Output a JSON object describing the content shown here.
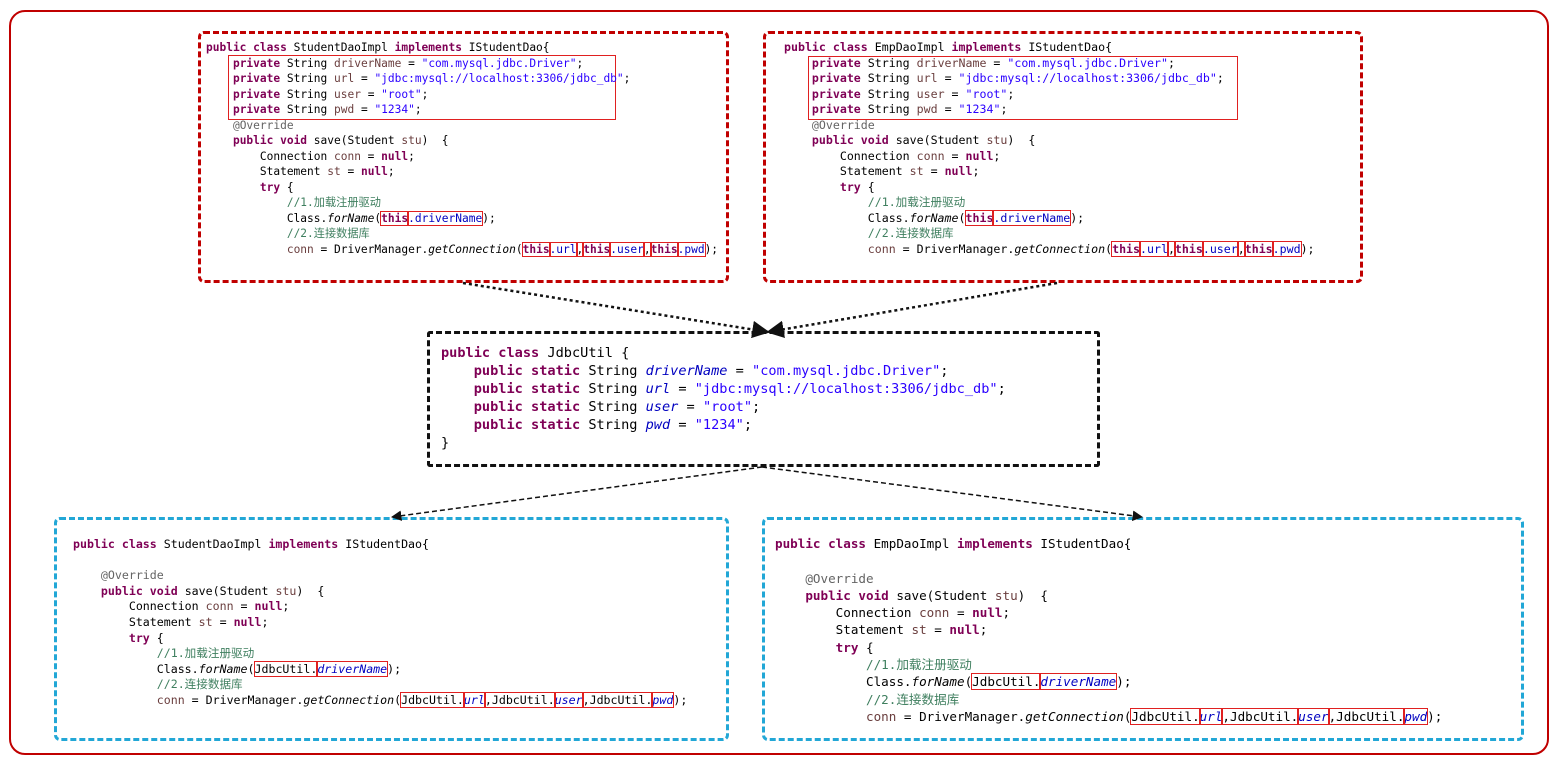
{
  "top_left": {
    "lines": [
      [
        [
          "public class ",
          "kw"
        ],
        [
          "StudentDaoImpl ",
          ""
        ],
        [
          "implements ",
          "kw"
        ],
        [
          "IStudentDao{",
          ""
        ]
      ],
      [
        [
          "    ",
          ""
        ],
        [
          "private ",
          "kw"
        ],
        [
          "String ",
          ""
        ],
        [
          "driverName",
          "var"
        ],
        [
          " = ",
          ""
        ],
        [
          "\"com.mysql.jdbc.Driver\"",
          "str"
        ],
        [
          ";",
          ""
        ]
      ],
      [
        [
          "    ",
          ""
        ],
        [
          "private ",
          "kw"
        ],
        [
          "String ",
          ""
        ],
        [
          "url",
          "var"
        ],
        [
          " = ",
          ""
        ],
        [
          "\"jdbc:mysql://localhost:3306/jdbc_db\"",
          "str"
        ],
        [
          ";",
          ""
        ]
      ],
      [
        [
          "    ",
          ""
        ],
        [
          "private ",
          "kw"
        ],
        [
          "String ",
          ""
        ],
        [
          "user",
          "var"
        ],
        [
          " = ",
          ""
        ],
        [
          "\"root\"",
          "str"
        ],
        [
          ";",
          ""
        ]
      ],
      [
        [
          "    ",
          ""
        ],
        [
          "private ",
          "kw"
        ],
        [
          "String ",
          ""
        ],
        [
          "pwd",
          "var"
        ],
        [
          " = ",
          ""
        ],
        [
          "\"1234\"",
          "str"
        ],
        [
          ";",
          ""
        ]
      ],
      [
        [
          "    ",
          ""
        ],
        [
          "@Override",
          "ann"
        ]
      ],
      [
        [
          "    ",
          ""
        ],
        [
          "public void ",
          "kw"
        ],
        [
          "save(Student ",
          ""
        ],
        [
          "stu",
          "var"
        ],
        [
          ")  {",
          ""
        ]
      ],
      [
        [
          "        Connection ",
          ""
        ],
        [
          "conn",
          "var"
        ],
        [
          " = ",
          ""
        ],
        [
          "null",
          "kw"
        ],
        [
          ";",
          ""
        ]
      ],
      [
        [
          "        Statement ",
          ""
        ],
        [
          "st",
          "var"
        ],
        [
          " = ",
          ""
        ],
        [
          "null",
          "kw"
        ],
        [
          ";",
          ""
        ]
      ],
      [
        [
          "        ",
          ""
        ],
        [
          "try ",
          "kw"
        ],
        [
          "{",
          ""
        ]
      ],
      [
        [
          "            ",
          ""
        ],
        [
          "//1.加载注册驱动",
          "cm"
        ]
      ],
      [
        [
          "            Class.",
          ""
        ],
        [
          "forName",
          "it"
        ],
        [
          "(",
          ""
        ],
        [
          "this",
          "kw hl"
        ],
        [
          ".driverName",
          "fld hl"
        ],
        [
          ");",
          ""
        ]
      ],
      [
        [
          "            ",
          ""
        ],
        [
          "//2.连接数据库",
          "cm"
        ]
      ],
      [
        [
          "            ",
          ""
        ],
        [
          "conn",
          "var"
        ],
        [
          " = DriverManager.",
          ""
        ],
        [
          "getConnection",
          "it"
        ],
        [
          "(",
          ""
        ],
        [
          "this",
          "kw hl"
        ],
        [
          ".url",
          "fld hl"
        ],
        [
          ",",
          "hl"
        ],
        [
          "this",
          "kw hl"
        ],
        [
          ".user",
          "fld hl"
        ],
        [
          ",",
          "hl"
        ],
        [
          "this",
          "kw hl"
        ],
        [
          ".pwd",
          "fld hl"
        ],
        [
          ");",
          ""
        ]
      ]
    ]
  },
  "top_right": {
    "lines": [
      [
        [
          "public class ",
          "kw"
        ],
        [
          "EmpDaoImpl ",
          ""
        ],
        [
          "implements ",
          "kw"
        ],
        [
          "IStudentDao{",
          ""
        ]
      ],
      [
        [
          "    ",
          ""
        ],
        [
          "private ",
          "kw"
        ],
        [
          "String ",
          ""
        ],
        [
          "driverName",
          "var"
        ],
        [
          " = ",
          ""
        ],
        [
          "\"com.mysql.jdbc.Driver\"",
          "str"
        ],
        [
          ";",
          ""
        ]
      ],
      [
        [
          "    ",
          ""
        ],
        [
          "private ",
          "kw"
        ],
        [
          "String ",
          ""
        ],
        [
          "url",
          "var"
        ],
        [
          " = ",
          ""
        ],
        [
          "\"jdbc:mysql://localhost:3306/jdbc_db\"",
          "str"
        ],
        [
          ";",
          ""
        ]
      ],
      [
        [
          "    ",
          ""
        ],
        [
          "private ",
          "kw"
        ],
        [
          "String ",
          ""
        ],
        [
          "user",
          "var"
        ],
        [
          " = ",
          ""
        ],
        [
          "\"root\"",
          "str"
        ],
        [
          ";",
          ""
        ]
      ],
      [
        [
          "    ",
          ""
        ],
        [
          "private ",
          "kw"
        ],
        [
          "String ",
          ""
        ],
        [
          "pwd",
          "var"
        ],
        [
          " = ",
          ""
        ],
        [
          "\"1234\"",
          "str"
        ],
        [
          ";",
          ""
        ]
      ],
      [
        [
          "    ",
          ""
        ],
        [
          "@Override",
          "ann"
        ]
      ],
      [
        [
          "    ",
          ""
        ],
        [
          "public void ",
          "kw"
        ],
        [
          "save(Student ",
          ""
        ],
        [
          "stu",
          "var"
        ],
        [
          ")  {",
          ""
        ]
      ],
      [
        [
          "        Connection ",
          ""
        ],
        [
          "conn",
          "var"
        ],
        [
          " = ",
          ""
        ],
        [
          "null",
          "kw"
        ],
        [
          ";",
          ""
        ]
      ],
      [
        [
          "        Statement ",
          ""
        ],
        [
          "st",
          "var"
        ],
        [
          " = ",
          ""
        ],
        [
          "null",
          "kw"
        ],
        [
          ";",
          ""
        ]
      ],
      [
        [
          "        ",
          ""
        ],
        [
          "try ",
          "kw"
        ],
        [
          "{",
          ""
        ]
      ],
      [
        [
          "            ",
          ""
        ],
        [
          "//1.加载注册驱动",
          "cm"
        ]
      ],
      [
        [
          "            Class.",
          ""
        ],
        [
          "forName",
          "it"
        ],
        [
          "(",
          ""
        ],
        [
          "this",
          "kw hl"
        ],
        [
          ".driverName",
          "fld hl"
        ],
        [
          ");",
          ""
        ]
      ],
      [
        [
          "            ",
          ""
        ],
        [
          "//2.连接数据库",
          "cm"
        ]
      ],
      [
        [
          "            ",
          ""
        ],
        [
          "conn",
          "var"
        ],
        [
          " = DriverManager.",
          ""
        ],
        [
          "getConnection",
          "it"
        ],
        [
          "(",
          ""
        ],
        [
          "this",
          "kw hl"
        ],
        [
          ".url",
          "fld hl"
        ],
        [
          ",",
          "hl"
        ],
        [
          "this",
          "kw hl"
        ],
        [
          ".user",
          "fld hl"
        ],
        [
          ",",
          "hl"
        ],
        [
          "this",
          "kw hl"
        ],
        [
          ".pwd",
          "fld hl"
        ],
        [
          ");",
          ""
        ]
      ]
    ]
  },
  "middle": {
    "lines": [
      [
        [
          "public class ",
          "kw"
        ],
        [
          "JdbcUtil {",
          ""
        ]
      ],
      [
        [
          "    ",
          ""
        ],
        [
          "public static ",
          "kw"
        ],
        [
          "String ",
          ""
        ],
        [
          "driverName",
          "fldi"
        ],
        [
          " = ",
          ""
        ],
        [
          "\"com.mysql.jdbc.Driver\"",
          "str"
        ],
        [
          ";",
          ""
        ]
      ],
      [
        [
          "    ",
          ""
        ],
        [
          "public static ",
          "kw"
        ],
        [
          "String ",
          ""
        ],
        [
          "url",
          "fldi"
        ],
        [
          " = ",
          ""
        ],
        [
          "\"jdbc:mysql://localhost:3306/jdbc_db\"",
          "str"
        ],
        [
          ";",
          ""
        ]
      ],
      [
        [
          "    ",
          ""
        ],
        [
          "public static ",
          "kw"
        ],
        [
          "String ",
          ""
        ],
        [
          "user",
          "fldi"
        ],
        [
          " = ",
          ""
        ],
        [
          "\"root\"",
          "str"
        ],
        [
          ";",
          ""
        ]
      ],
      [
        [
          "    ",
          ""
        ],
        [
          "public static ",
          "kw"
        ],
        [
          "String ",
          ""
        ],
        [
          "pwd",
          "fldi"
        ],
        [
          " = ",
          ""
        ],
        [
          "\"1234\"",
          "str"
        ],
        [
          ";",
          ""
        ]
      ],
      [
        [
          "}",
          ""
        ]
      ]
    ]
  },
  "bottom_left": {
    "lines": [
      [
        [
          "public class ",
          "kw"
        ],
        [
          "StudentDaoImpl ",
          ""
        ],
        [
          "implements ",
          "kw"
        ],
        [
          "IStudentDao{",
          ""
        ]
      ],
      [
        [
          "",
          ""
        ]
      ],
      [
        [
          "    ",
          ""
        ],
        [
          "@Override",
          "ann"
        ]
      ],
      [
        [
          "    ",
          ""
        ],
        [
          "public void ",
          "kw"
        ],
        [
          "save(Student ",
          ""
        ],
        [
          "stu",
          "var"
        ],
        [
          ")  {",
          ""
        ]
      ],
      [
        [
          "        Connection ",
          ""
        ],
        [
          "conn",
          "var"
        ],
        [
          " = ",
          ""
        ],
        [
          "null",
          "kw"
        ],
        [
          ";",
          ""
        ]
      ],
      [
        [
          "        Statement ",
          ""
        ],
        [
          "st",
          "var"
        ],
        [
          " = ",
          ""
        ],
        [
          "null",
          "kw"
        ],
        [
          ";",
          ""
        ]
      ],
      [
        [
          "        ",
          ""
        ],
        [
          "try ",
          "kw"
        ],
        [
          "{",
          ""
        ]
      ],
      [
        [
          "            ",
          ""
        ],
        [
          "//1.加载注册驱动",
          "cm"
        ]
      ],
      [
        [
          "            Class.",
          ""
        ],
        [
          "forName",
          "it"
        ],
        [
          "(",
          ""
        ],
        [
          "JdbcUtil.",
          "hl"
        ],
        [
          "driverName",
          "fldi hl"
        ],
        [
          ");",
          ""
        ]
      ],
      [
        [
          "            ",
          ""
        ],
        [
          "//2.连接数据库",
          "cm"
        ]
      ],
      [
        [
          "            ",
          ""
        ],
        [
          "conn",
          "var"
        ],
        [
          " = DriverManager.",
          ""
        ],
        [
          "getConnection",
          "it"
        ],
        [
          "(",
          ""
        ],
        [
          "JdbcUtil.",
          "hl"
        ],
        [
          "url",
          "fldi hl"
        ],
        [
          ",JdbcUtil.",
          "hl"
        ],
        [
          "user",
          "fldi hl"
        ],
        [
          ",JdbcUtil.",
          "hl"
        ],
        [
          "pwd",
          "fldi hl"
        ],
        [
          ");",
          ""
        ]
      ]
    ]
  },
  "bottom_right": {
    "lines": [
      [
        [
          "public class ",
          "kw"
        ],
        [
          "EmpDaoImpl ",
          ""
        ],
        [
          "implements ",
          "kw"
        ],
        [
          "IStudentDao{",
          ""
        ]
      ],
      [
        [
          "",
          ""
        ]
      ],
      [
        [
          "    ",
          ""
        ],
        [
          "@Override",
          "ann"
        ]
      ],
      [
        [
          "    ",
          ""
        ],
        [
          "public void ",
          "kw"
        ],
        [
          "save(Student ",
          ""
        ],
        [
          "stu",
          "var"
        ],
        [
          ")  {",
          ""
        ]
      ],
      [
        [
          "        Connection ",
          ""
        ],
        [
          "conn",
          "var"
        ],
        [
          " = ",
          ""
        ],
        [
          "null",
          "kw"
        ],
        [
          ";",
          ""
        ]
      ],
      [
        [
          "        Statement ",
          ""
        ],
        [
          "st",
          "var"
        ],
        [
          " = ",
          ""
        ],
        [
          "null",
          "kw"
        ],
        [
          ";",
          ""
        ]
      ],
      [
        [
          "        ",
          ""
        ],
        [
          "try ",
          "kw"
        ],
        [
          "{",
          ""
        ]
      ],
      [
        [
          "            ",
          ""
        ],
        [
          "//1.加载注册驱动",
          "cm"
        ]
      ],
      [
        [
          "            Class.",
          ""
        ],
        [
          "forName",
          "it"
        ],
        [
          "(",
          ""
        ],
        [
          "JdbcUtil.",
          "hl"
        ],
        [
          "driverName",
          "fldi hl"
        ],
        [
          ");",
          ""
        ]
      ],
      [
        [
          "            ",
          ""
        ],
        [
          "//2.连接数据库",
          "cm"
        ]
      ],
      [
        [
          "            ",
          ""
        ],
        [
          "conn",
          "var"
        ],
        [
          " = DriverManager.",
          ""
        ],
        [
          "getConnection",
          "it"
        ],
        [
          "(",
          ""
        ],
        [
          "JdbcUtil.",
          "hl"
        ],
        [
          "url",
          "fldi hl"
        ],
        [
          ",JdbcUtil.",
          "hl"
        ],
        [
          "user",
          "fldi hl"
        ],
        [
          ",JdbcUtil.",
          "hl"
        ],
        [
          "pwd",
          "fldi hl"
        ],
        [
          ");",
          ""
        ]
      ]
    ]
  },
  "colors": {
    "frame": "#c00000",
    "top_boxes": "#c00000",
    "middle_box": "#111111",
    "bottom_boxes": "#22a7d6",
    "highlight": "#e02020"
  }
}
